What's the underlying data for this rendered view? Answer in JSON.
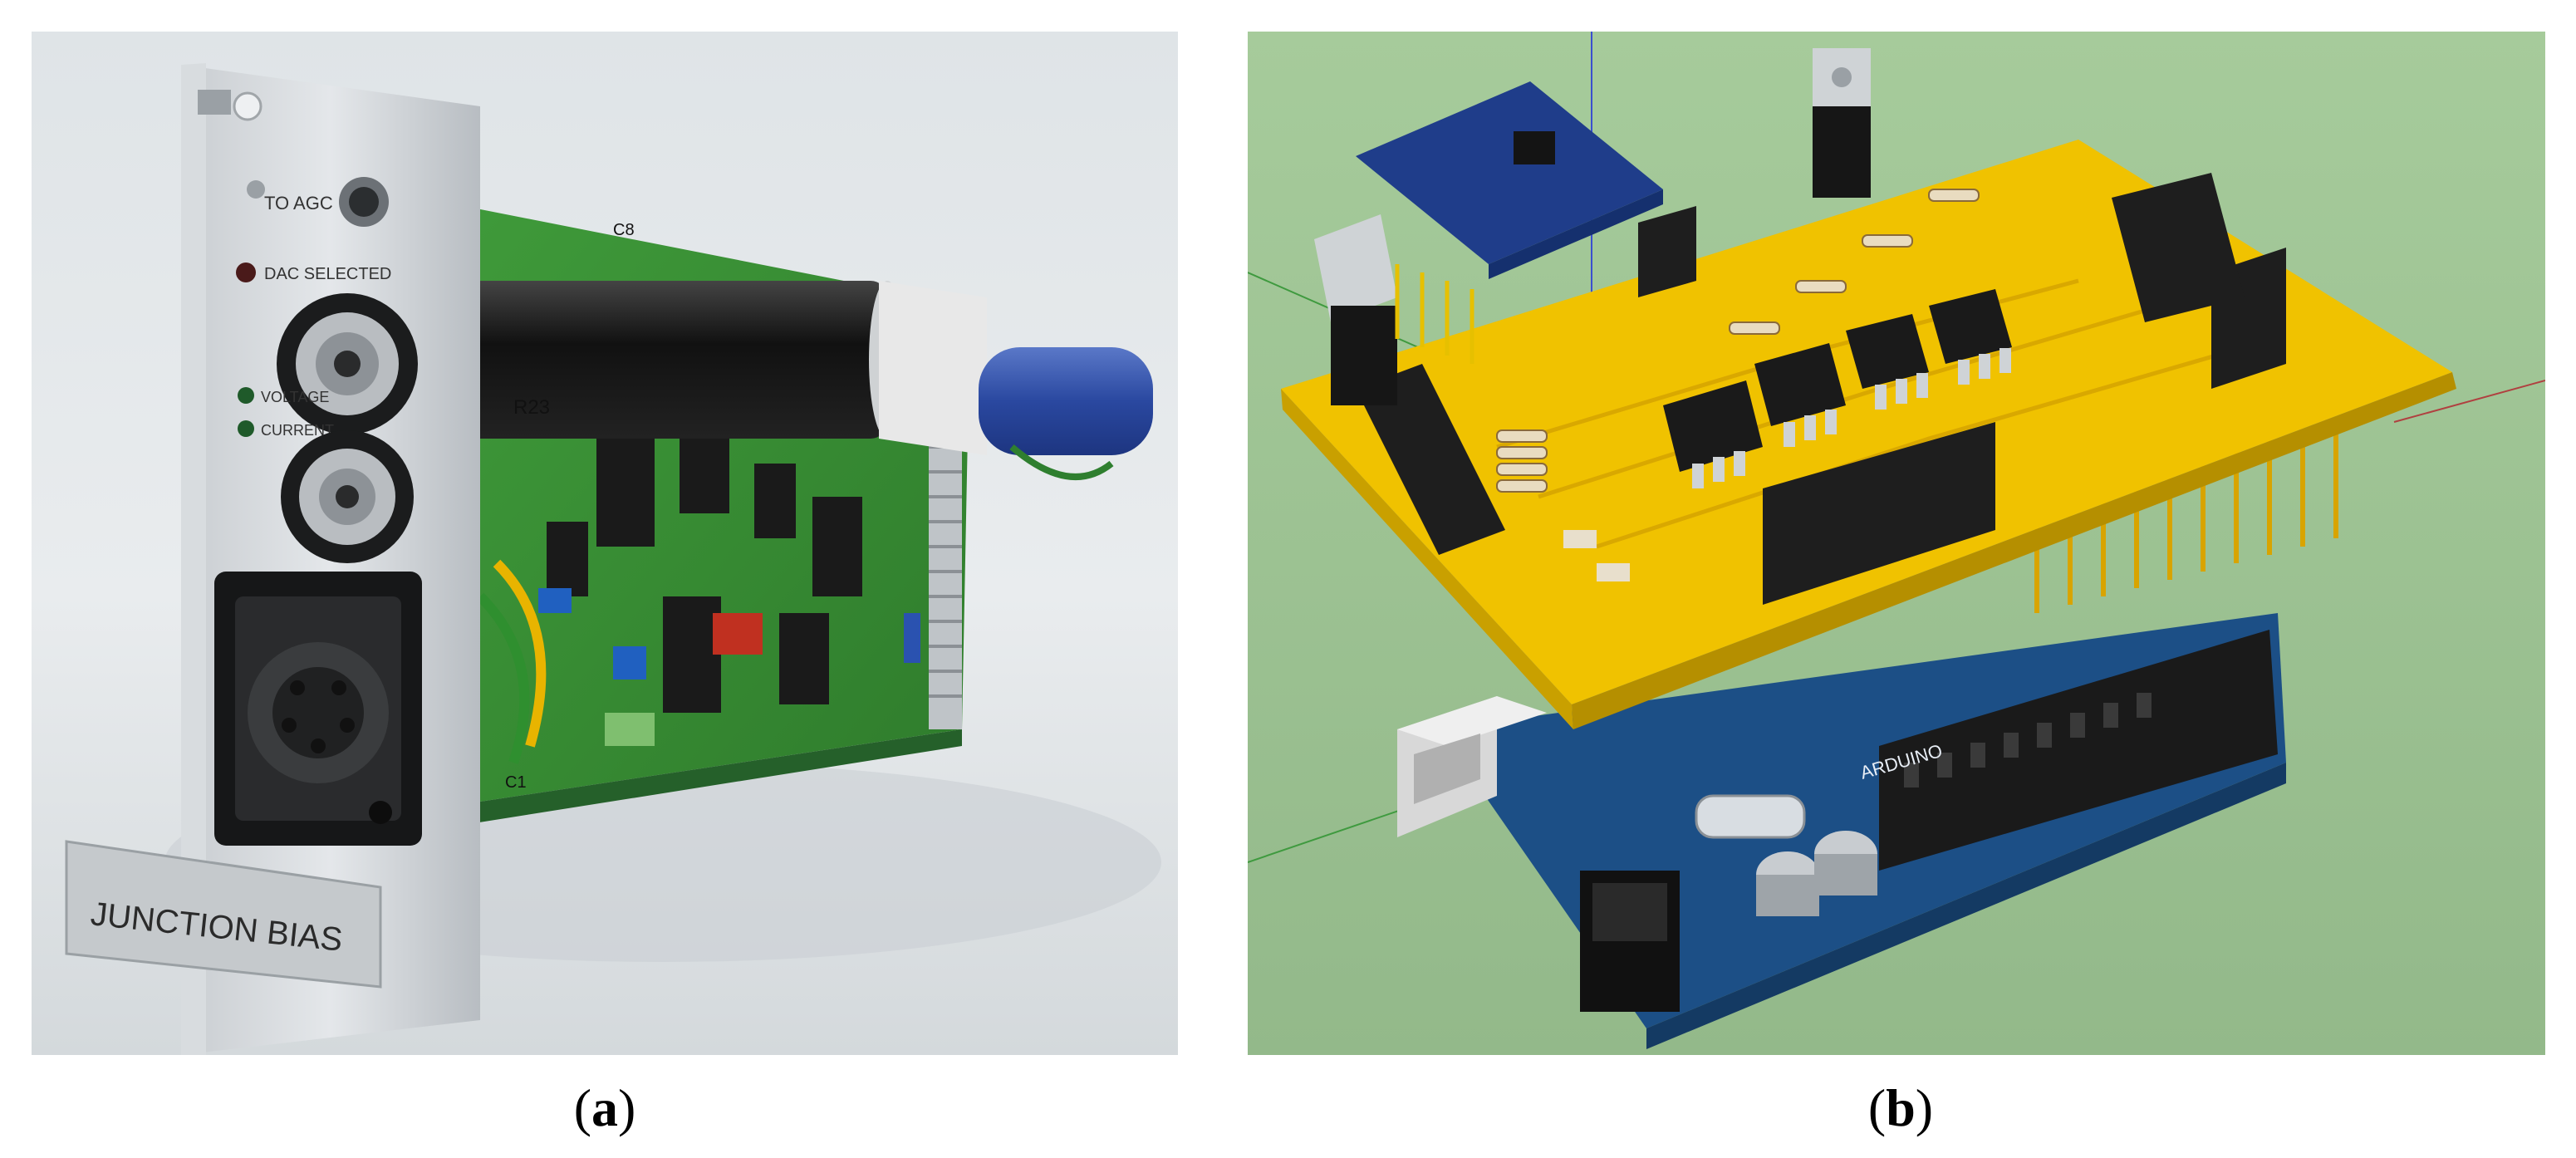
{
  "figure": {
    "panels": [
      {
        "id": "a",
        "caption_open": "(",
        "caption_letter": "a",
        "caption_close": ")",
        "subject": "photo of a rack-mount electronic module with a metal front panel",
        "labels": {
          "to_agc": "TO AGC",
          "dac_selected": "DAC SELECTED",
          "voltage": "VOLTAGE",
          "current": "CURRENT",
          "nameplate": "JUNCTION BIAS",
          "r23": "R23",
          "c1": "C1",
          "c8": "C8"
        }
      },
      {
        "id": "b",
        "caption_open": "(",
        "caption_letter": "b",
        "caption_close": ")",
        "subject": "3D render of a yellow PCB shield stacked on a blue microcontroller board",
        "labels": {
          "arduino": "ARDUINO"
        }
      }
    ]
  }
}
